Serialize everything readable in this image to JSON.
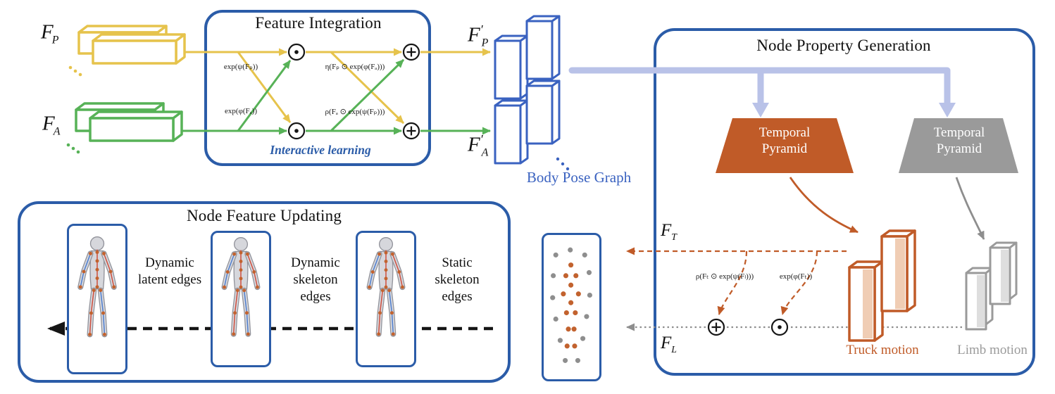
{
  "colors": {
    "frame_blue": "#2b5ca8",
    "box_blue": "#3a62c0",
    "yellow": "#e6c34c",
    "green": "#57b257",
    "orange": "#c05b28",
    "gray": "#9a9a9a",
    "lavender": "#b9c2e8",
    "skeleton_joint_orange": "#c2622e",
    "black": "#151515"
  },
  "icons": {
    "odot_operator": "⊙",
    "oplus_operator": "⊕"
  },
  "feature_integration": {
    "title": "Feature Integration",
    "interactive_label": "Interactive learning",
    "input_pose": {
      "base": "F",
      "sub": "P"
    },
    "input_appearance": {
      "base": "F",
      "sub": "A"
    },
    "exp_psi": "exp(ψ(Fₚ))",
    "exp_phi": "exp(φ(Fₐ))",
    "eta_expr": "η(Fₚ ⊙ exp(φ(Fₐ)))",
    "rho_expr": "ρ(Fₐ ⊙ exp(ψ(Fₚ)))",
    "output_pose": {
      "base": "F",
      "sup": "′",
      "sub": "P"
    },
    "output_appearance": {
      "base": "F",
      "sup": "′",
      "sub": "A"
    }
  },
  "body_pose_graph": {
    "label": "Body Pose Graph"
  },
  "node_property_generation": {
    "title": "Node Property Generation",
    "pyramid_trunk": {
      "line1": "Temporal",
      "line2": "Pyramid"
    },
    "pyramid_limb": {
      "line1": "Temporal",
      "line2": "Pyramid"
    },
    "trunk_feature": {
      "base": "F",
      "sub": "T"
    },
    "limb_feature": {
      "base": "F",
      "sub": "L"
    },
    "rho_expr": "ρ(Fₜ ⊙ exp(ψ(Fₗ)))",
    "exp_expr": "exp(φ(Fₜ))",
    "trunk_motion_label": "Truck motion",
    "limb_motion_label": "Limb motion"
  },
  "node_feature_updating": {
    "title": "Node Feature Updating",
    "edge_labels": [
      "Dynamic latent edges",
      "Dynamic skeleton edges",
      "Static skeleton edges"
    ]
  }
}
